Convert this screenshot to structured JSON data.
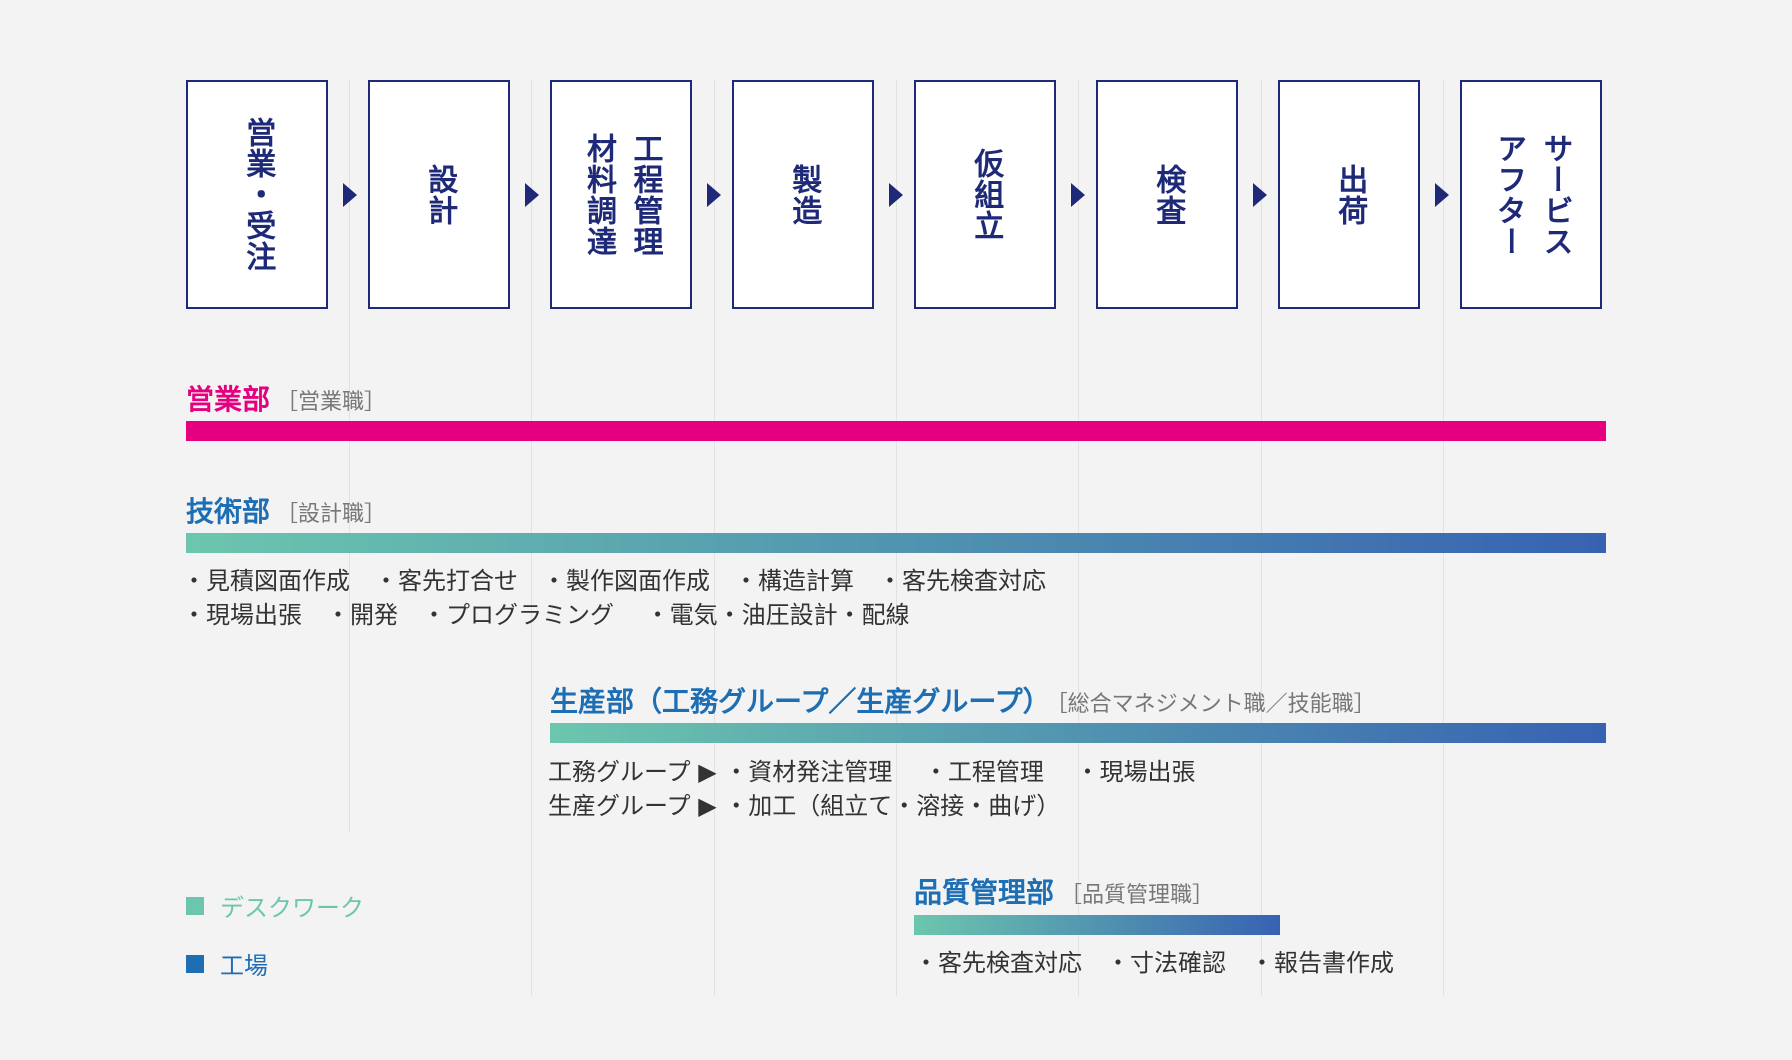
{
  "flow": {
    "steps": [
      "営業・受注",
      "設計",
      "工程管理\n材料調達",
      "製造",
      "仮組立",
      "検査",
      "出荷",
      "サービス\nアフター"
    ]
  },
  "departments": {
    "sales": {
      "name": "営業部",
      "role": "［営業職］",
      "color": "#e4007f"
    },
    "engineering": {
      "name": "技術部",
      "role": "［設計職］",
      "color": "#1e6eb4",
      "tasks": [
        "・見積図面作成　・客先打合せ　・製作図面作成　・構造計算　・客先検査対応",
        "・現場出張　・開発　・プログラミング　 ・電気・油圧設計・配線"
      ]
    },
    "production": {
      "name": "生産部（工務グループ／生産グループ）",
      "role": "［総合マネジメント職／技能職］",
      "color": "#1e6eb4",
      "tasks": [
        "工務グループ ▶ ・資材発注管理　 ・工程管理　 ・現場出張",
        "生産グループ ▶ ・加工（組立て・溶接・曲げ）"
      ]
    },
    "quality": {
      "name": "品質管理部",
      "role": "［品質管理職］",
      "color": "#1e6eb4",
      "tasks": [
        "・客先検査対応　・寸法確認　・報告書作成"
      ]
    }
  },
  "legend": {
    "desk": {
      "label": "デスクワーク",
      "color": "#6cc6ae"
    },
    "factory": {
      "label": "工場",
      "color": "#1e6eb4"
    }
  },
  "colors": {
    "step_border": "#1e2a78",
    "gradient_start": "#6cc6ae",
    "gradient_end": "#3762b2"
  }
}
